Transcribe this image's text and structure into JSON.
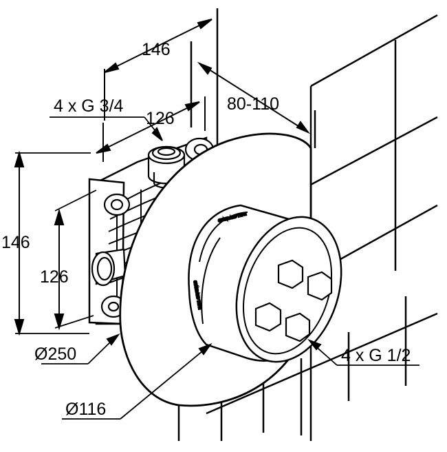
{
  "dimensions": {
    "top_width": "146",
    "thread_inlets": "4 x G 3/4",
    "inner_width": "126",
    "wall_depth": "80-110",
    "height_outer": "146",
    "height_inner": "126",
    "rosette_diameter": "Ø250",
    "cover_diameter": "Ø116",
    "thread_outlets": "4 x G 1/2"
  },
  "colors": {
    "line": "#000000",
    "fill": "#ffffff",
    "shade": "#bdbdbd"
  }
}
